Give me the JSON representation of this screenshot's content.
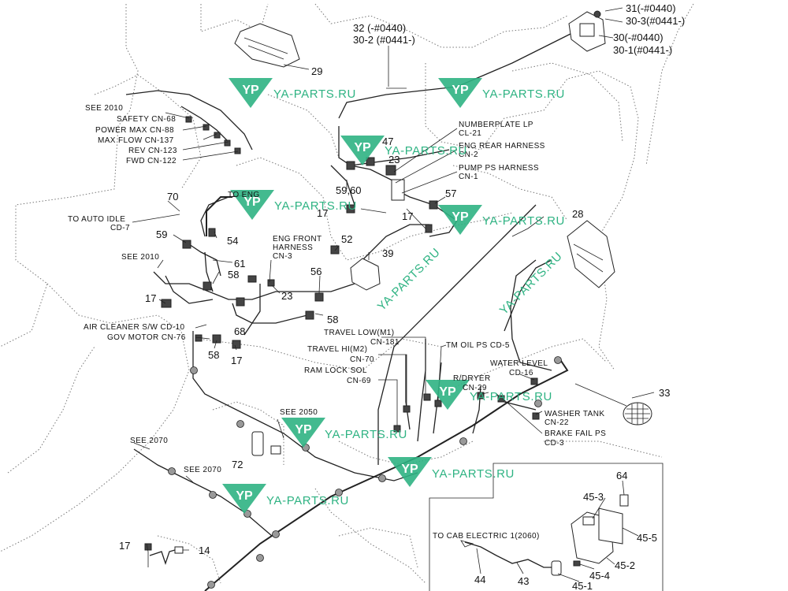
{
  "callouts_small": [
    {
      "id": "see2010a",
      "text": "SEE 2010"
    },
    {
      "id": "safety",
      "text": "SAFETY CN-68"
    },
    {
      "id": "powermax",
      "text": "POWER MAX CN-88"
    },
    {
      "id": "maxflow",
      "text": "MAX FLOW CN-137"
    },
    {
      "id": "rev",
      "text": "REV CN-123"
    },
    {
      "id": "fwd",
      "text": "FWD CN-122"
    },
    {
      "id": "toeng",
      "text": "TO ENG"
    },
    {
      "id": "toautoidle",
      "text": "TO AUTO IDLE"
    },
    {
      "id": "cd7",
      "text": "CD-7"
    },
    {
      "id": "see2010b",
      "text": "SEE 2010"
    },
    {
      "id": "engfront1",
      "text": "ENG FRONT"
    },
    {
      "id": "engfront2",
      "text": "HARNESS"
    },
    {
      "id": "engfront3",
      "text": "CN-3"
    },
    {
      "id": "aircleaner",
      "text": "AIR CLEANER S/W  CD-10"
    },
    {
      "id": "govmotor",
      "text": "GOV MOTOR CN-76"
    },
    {
      "id": "numplate1",
      "text": "NUMBERPLATE LP"
    },
    {
      "id": "numplate2",
      "text": "CL-21"
    },
    {
      "id": "engrear1",
      "text": "ENG REAR HARNESS"
    },
    {
      "id": "engrear2",
      "text": "CN-2"
    },
    {
      "id": "pumpps1",
      "text": "PUMP PS HARNESS"
    },
    {
      "id": "pumpps2",
      "text": "CN-1"
    },
    {
      "id": "travlow1",
      "text": "TRAVEL LOW(M1)"
    },
    {
      "id": "travlow2",
      "text": "CN-181"
    },
    {
      "id": "tmoil",
      "text": "TM OIL PS CD-5"
    },
    {
      "id": "travhi1",
      "text": "TRAVEL HI(M2)"
    },
    {
      "id": "travhi2",
      "text": "CN-70"
    },
    {
      "id": "ramlock1",
      "text": "RAM LOCK SOL"
    },
    {
      "id": "ramlock2",
      "text": "CN-69"
    },
    {
      "id": "waterlvl1",
      "text": "WATER LEVEL"
    },
    {
      "id": "waterlvl2",
      "text": "CD-16"
    },
    {
      "id": "rdryer1",
      "text": "R/DRYER"
    },
    {
      "id": "rdryer2",
      "text": "CN-29"
    },
    {
      "id": "washer1",
      "text": "WASHER TANK"
    },
    {
      "id": "washer2",
      "text": "CN-22"
    },
    {
      "id": "brake1",
      "text": "BRAKE FAIL PS"
    },
    {
      "id": "brake2",
      "text": "CD-3"
    },
    {
      "id": "see2050",
      "text": "SEE 2050"
    },
    {
      "id": "see2070a",
      "text": "SEE 2070"
    },
    {
      "id": "see2070b",
      "text": "SEE 2070"
    },
    {
      "id": "tocab",
      "text": "TO CAB ELECTRIC 1(2060)"
    }
  ],
  "callouts_num": [
    {
      "id": "p32",
      "text": "32 (-#0440)"
    },
    {
      "id": "p302",
      "text": "30-2 (#0441-)"
    },
    {
      "id": "p31",
      "text": "31(-#0440)"
    },
    {
      "id": "p303",
      "text": "30-3(#0441-)"
    },
    {
      "id": "p30",
      "text": "30(-#0440)"
    },
    {
      "id": "p301",
      "text": "30-1(#0441-)"
    },
    {
      "id": "p29",
      "text": "29"
    },
    {
      "id": "p47",
      "text": "47"
    },
    {
      "id": "p23a",
      "text": "23"
    },
    {
      "id": "p5960",
      "text": "59,60"
    },
    {
      "id": "p57",
      "text": "57"
    },
    {
      "id": "p17a",
      "text": "17"
    },
    {
      "id": "p17b",
      "text": "17"
    },
    {
      "id": "p28",
      "text": "28"
    },
    {
      "id": "p70",
      "text": "70"
    },
    {
      "id": "p59",
      "text": "59"
    },
    {
      "id": "p54",
      "text": "54"
    },
    {
      "id": "p52",
      "text": "52"
    },
    {
      "id": "p39",
      "text": "39"
    },
    {
      "id": "p61",
      "text": "61"
    },
    {
      "id": "p58a",
      "text": "58"
    },
    {
      "id": "p56",
      "text": "56"
    },
    {
      "id": "p23b",
      "text": "23"
    },
    {
      "id": "p17c",
      "text": "17"
    },
    {
      "id": "p58b",
      "text": "58"
    },
    {
      "id": "p68",
      "text": "68"
    },
    {
      "id": "p58c",
      "text": "58"
    },
    {
      "id": "p17d",
      "text": "17"
    },
    {
      "id": "p33",
      "text": "33"
    },
    {
      "id": "p72",
      "text": "72"
    },
    {
      "id": "p17e",
      "text": "17"
    },
    {
      "id": "p14",
      "text": "14"
    },
    {
      "id": "p64",
      "text": "64"
    },
    {
      "id": "p453",
      "text": "45-3"
    },
    {
      "id": "p455",
      "text": "45-5"
    },
    {
      "id": "p452",
      "text": "45-2"
    },
    {
      "id": "p454",
      "text": "45-4"
    },
    {
      "id": "p451",
      "text": "45-1"
    },
    {
      "id": "p44",
      "text": "44"
    },
    {
      "id": "p43",
      "text": "43"
    }
  ],
  "watermark": {
    "text": "YA-PARTS.RU",
    "logo_letters": "YP",
    "color": "#2fb383"
  }
}
